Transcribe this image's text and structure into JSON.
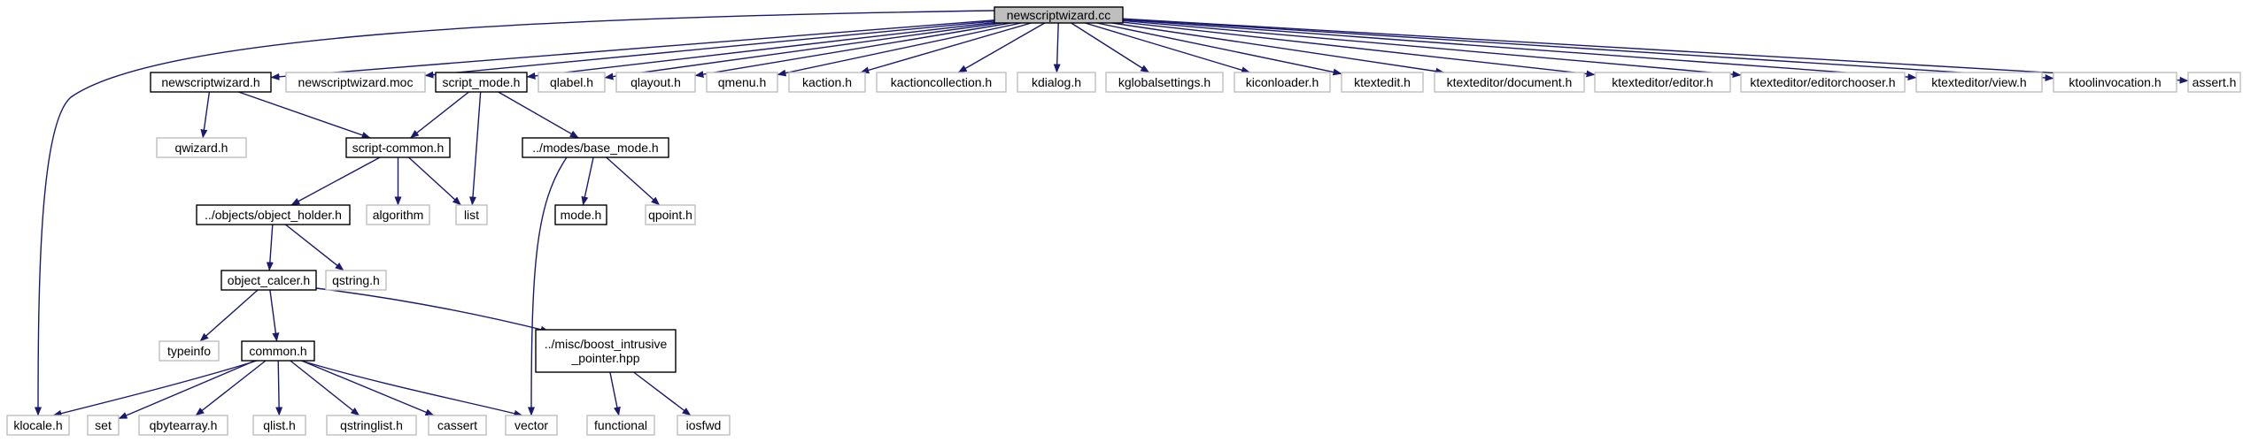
{
  "diagram": {
    "nodes": [
      {
        "id": "newscriptwizard_cc",
        "lines": [
          "newscriptwizard.cc"
        ],
        "style": "root"
      },
      {
        "id": "newscriptwizard_h",
        "lines": [
          "newscriptwizard.h"
        ],
        "style": "local"
      },
      {
        "id": "newscriptwizard_moc",
        "lines": [
          "newscriptwizard.moc"
        ],
        "style": "external"
      },
      {
        "id": "script_mode_h",
        "lines": [
          "script_mode.h"
        ],
        "style": "local"
      },
      {
        "id": "qlabel_h",
        "lines": [
          "qlabel.h"
        ],
        "style": "external"
      },
      {
        "id": "qlayout_h",
        "lines": [
          "qlayout.h"
        ],
        "style": "external"
      },
      {
        "id": "qmenu_h",
        "lines": [
          "qmenu.h"
        ],
        "style": "external"
      },
      {
        "id": "kaction_h",
        "lines": [
          "kaction.h"
        ],
        "style": "external"
      },
      {
        "id": "kactioncollection_h",
        "lines": [
          "kactioncollection.h"
        ],
        "style": "external"
      },
      {
        "id": "kdialog_h",
        "lines": [
          "kdialog.h"
        ],
        "style": "external"
      },
      {
        "id": "kglobalsettings_h",
        "lines": [
          "kglobalsettings.h"
        ],
        "style": "external"
      },
      {
        "id": "kiconloader_h",
        "lines": [
          "kiconloader.h"
        ],
        "style": "external"
      },
      {
        "id": "ktextedit_h",
        "lines": [
          "ktextedit.h"
        ],
        "style": "external"
      },
      {
        "id": "ktexteditor_document_h",
        "lines": [
          "ktexteditor/document.h"
        ],
        "style": "external"
      },
      {
        "id": "ktexteditor_editor_h",
        "lines": [
          "ktexteditor/editor.h"
        ],
        "style": "external"
      },
      {
        "id": "ktexteditor_editorchooser_h",
        "lines": [
          "ktexteditor/editorchooser.h"
        ],
        "style": "external"
      },
      {
        "id": "ktexteditor_view_h",
        "lines": [
          "ktexteditor/view.h"
        ],
        "style": "external"
      },
      {
        "id": "ktoolinvocation_h",
        "lines": [
          "ktoolinvocation.h"
        ],
        "style": "external"
      },
      {
        "id": "assert_h",
        "lines": [
          "assert.h"
        ],
        "style": "external"
      },
      {
        "id": "qwizard_h",
        "lines": [
          "qwizard.h"
        ],
        "style": "external"
      },
      {
        "id": "script_common_h",
        "lines": [
          "script-common.h"
        ],
        "style": "local"
      },
      {
        "id": "base_mode_h",
        "lines": [
          "../modes/base_mode.h"
        ],
        "style": "local"
      },
      {
        "id": "object_holder_h",
        "lines": [
          "../objects/object_holder.h"
        ],
        "style": "local"
      },
      {
        "id": "algorithm",
        "lines": [
          "algorithm"
        ],
        "style": "external"
      },
      {
        "id": "list",
        "lines": [
          "list"
        ],
        "style": "external"
      },
      {
        "id": "mode_h",
        "lines": [
          "mode.h"
        ],
        "style": "local"
      },
      {
        "id": "qpoint_h",
        "lines": [
          "qpoint.h"
        ],
        "style": "external"
      },
      {
        "id": "object_calcer_h",
        "lines": [
          "object_calcer.h"
        ],
        "style": "local"
      },
      {
        "id": "qstring_h",
        "lines": [
          "qstring.h"
        ],
        "style": "external"
      },
      {
        "id": "typeinfo",
        "lines": [
          "typeinfo"
        ],
        "style": "external"
      },
      {
        "id": "common_h",
        "lines": [
          "common.h"
        ],
        "style": "local"
      },
      {
        "id": "boost_intrusive_pointer_hpp",
        "lines": [
          "../misc/boost_intrusive",
          "_pointer.hpp"
        ],
        "style": "local"
      },
      {
        "id": "klocale_h",
        "lines": [
          "klocale.h"
        ],
        "style": "external"
      },
      {
        "id": "set",
        "lines": [
          "set"
        ],
        "style": "external"
      },
      {
        "id": "qbytearray_h",
        "lines": [
          "qbytearray.h"
        ],
        "style": "external"
      },
      {
        "id": "qlist_h",
        "lines": [
          "qlist.h"
        ],
        "style": "external"
      },
      {
        "id": "qstringlist_h",
        "lines": [
          "qstringlist.h"
        ],
        "style": "external"
      },
      {
        "id": "cassert",
        "lines": [
          "cassert"
        ],
        "style": "external"
      },
      {
        "id": "vector",
        "lines": [
          "vector"
        ],
        "style": "external"
      },
      {
        "id": "functional",
        "lines": [
          "functional"
        ],
        "style": "external"
      },
      {
        "id": "iosfwd",
        "lines": [
          "iosfwd"
        ],
        "style": "external"
      }
    ],
    "edges": [
      [
        "newscriptwizard_cc",
        "newscriptwizard_h"
      ],
      [
        "newscriptwizard_cc",
        "newscriptwizard_moc"
      ],
      [
        "newscriptwizard_cc",
        "script_mode_h"
      ],
      [
        "newscriptwizard_cc",
        "qlabel_h"
      ],
      [
        "newscriptwizard_cc",
        "qlayout_h"
      ],
      [
        "newscriptwizard_cc",
        "qmenu_h"
      ],
      [
        "newscriptwizard_cc",
        "kaction_h"
      ],
      [
        "newscriptwizard_cc",
        "kactioncollection_h"
      ],
      [
        "newscriptwizard_cc",
        "kdialog_h"
      ],
      [
        "newscriptwizard_cc",
        "kglobalsettings_h"
      ],
      [
        "newscriptwizard_cc",
        "kiconloader_h"
      ],
      [
        "newscriptwizard_cc",
        "ktextedit_h"
      ],
      [
        "newscriptwizard_cc",
        "ktexteditor_document_h"
      ],
      [
        "newscriptwizard_cc",
        "ktexteditor_editor_h"
      ],
      [
        "newscriptwizard_cc",
        "ktexteditor_editorchooser_h"
      ],
      [
        "newscriptwizard_cc",
        "ktexteditor_view_h"
      ],
      [
        "newscriptwizard_cc",
        "ktoolinvocation_h"
      ],
      [
        "newscriptwizard_cc",
        "assert_h"
      ],
      [
        "newscriptwizard_cc",
        "klocale_h"
      ],
      [
        "newscriptwizard_h",
        "qwizard_h"
      ],
      [
        "newscriptwizard_h",
        "script_common_h"
      ],
      [
        "script_mode_h",
        "script_common_h"
      ],
      [
        "script_mode_h",
        "base_mode_h"
      ],
      [
        "script_mode_h",
        "list"
      ],
      [
        "script_common_h",
        "object_holder_h"
      ],
      [
        "script_common_h",
        "algorithm"
      ],
      [
        "script_common_h",
        "list"
      ],
      [
        "base_mode_h",
        "mode_h"
      ],
      [
        "base_mode_h",
        "qpoint_h"
      ],
      [
        "base_mode_h",
        "vector"
      ],
      [
        "object_holder_h",
        "object_calcer_h"
      ],
      [
        "object_holder_h",
        "qstring_h"
      ],
      [
        "object_calcer_h",
        "typeinfo"
      ],
      [
        "object_calcer_h",
        "common_h"
      ],
      [
        "object_calcer_h",
        "boost_intrusive_pointer_hpp"
      ],
      [
        "common_h",
        "klocale_h"
      ],
      [
        "common_h",
        "set"
      ],
      [
        "common_h",
        "qbytearray_h"
      ],
      [
        "common_h",
        "qlist_h"
      ],
      [
        "common_h",
        "qstringlist_h"
      ],
      [
        "common_h",
        "cassert"
      ],
      [
        "common_h",
        "vector"
      ],
      [
        "boost_intrusive_pointer_hpp",
        "functional"
      ],
      [
        "boost_intrusive_pointer_hpp",
        "iosfwd"
      ]
    ],
    "colors": {
      "edge": "#191970",
      "root_fill": "#bfbfbf",
      "local_border": "#000000",
      "external_border": "#bfbfbf",
      "text": "#000000",
      "background": "#ffffff"
    }
  }
}
